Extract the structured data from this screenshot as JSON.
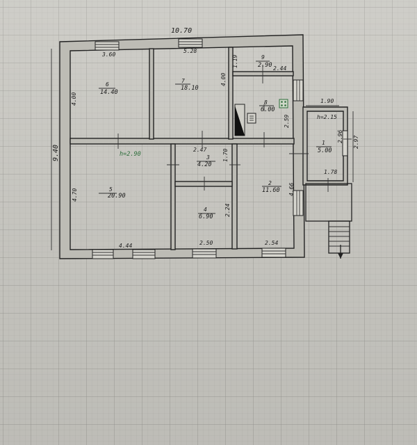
{
  "plan": {
    "overall_width": "10.70",
    "overall_height": "9.40",
    "ceiling_height_main": "h=2.90",
    "rooms": [
      {
        "number": "1",
        "area": "5.00",
        "dim_top": "1.90",
        "dim_inner": "h=2.15",
        "dim_side": "2.96",
        "dim_outer": "2.97",
        "dim_bottom": "1.78"
      },
      {
        "number": "2",
        "area": "11.60",
        "dim_side": "4.66",
        "dim_bottom": "2.54"
      },
      {
        "number": "3",
        "area": "4.20",
        "dim_top": "2.47",
        "dim_side": "1.70"
      },
      {
        "number": "4",
        "area": "6.90",
        "dim_side": "2.24",
        "dim_bottom": "2.50"
      },
      {
        "number": "5",
        "area": "20.90",
        "dim_side": "4.70",
        "dim_bottom": "4.44"
      },
      {
        "number": "6",
        "area": "14.40",
        "dim_top": "3.60",
        "dim_side": "4.00"
      },
      {
        "number": "7",
        "area": "18.10",
        "dim_top": "5.28",
        "dim_side": "4.00"
      },
      {
        "number": "8",
        "area": "6.00",
        "dim_side": "2.59"
      },
      {
        "number": "9",
        "area": "2.90",
        "dim_top": "2.44",
        "dim_side": "1.19"
      }
    ]
  },
  "colors": {
    "paper": "#c9c8c2",
    "ink": "#222222",
    "green_annotation": "#2f6e3c"
  }
}
